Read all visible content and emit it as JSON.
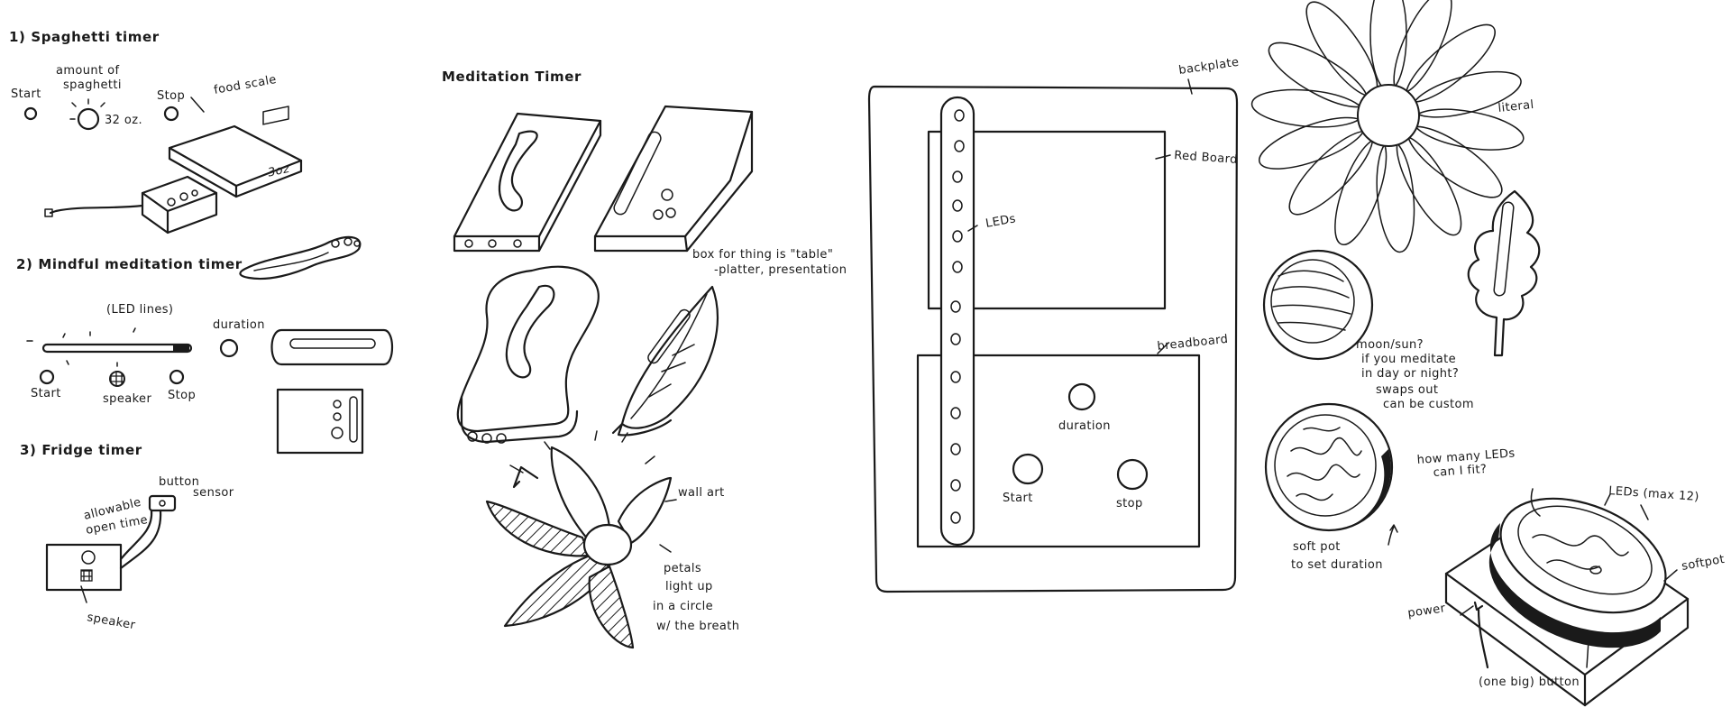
{
  "sections": {
    "spaghetti": {
      "title": "1) Spaghetti timer",
      "start": "Start",
      "amount": "amount of",
      "amount2": "spaghetti",
      "stop": "Stop",
      "food_scale": "food scale",
      "oz": "32 oz.",
      "scale_display": "3oz"
    },
    "mindful": {
      "title": "2) Mindful meditation timer",
      "led_lines": "(LED lines)",
      "duration": "duration",
      "start": "Start",
      "speaker": "speaker",
      "stop": "Stop"
    },
    "fridge": {
      "title": "3) Fridge timer",
      "button_sensor_1": "button",
      "button_sensor_2": "sensor",
      "allowable_1": "allowable",
      "allowable_2": "open time",
      "speaker": "speaker"
    },
    "meditation": {
      "title": "Meditation Timer",
      "box_note_1": "box for thing is \"table\"",
      "box_note_2": "-platter, presentation",
      "wall_art": "wall art",
      "petals_1": "petals",
      "petals_2": "light up",
      "petals_3": "in a circle",
      "petals_4": "w/ the breath"
    },
    "board": {
      "backplate": "backplate",
      "redboard": "Red Board",
      "leds": "LEDs",
      "breadboard": "breadboard",
      "duration": "duration",
      "start": "Start",
      "stop": "stop"
    },
    "right": {
      "literal": "literal",
      "moon_1": "moon/sun?",
      "moon_2": "if you meditate",
      "moon_3": "in day or night?",
      "moon_4": "swaps out",
      "moon_5": "can be custom",
      "softpot_1": "soft pot",
      "softpot_2": "to set duration",
      "howmany_1": "how many LEDs",
      "howmany_2": "can I fit?",
      "ledsmax": "LEDs (max 12)",
      "softpot_side": "softpot",
      "power": "power",
      "one_big": "(one big) button"
    }
  }
}
